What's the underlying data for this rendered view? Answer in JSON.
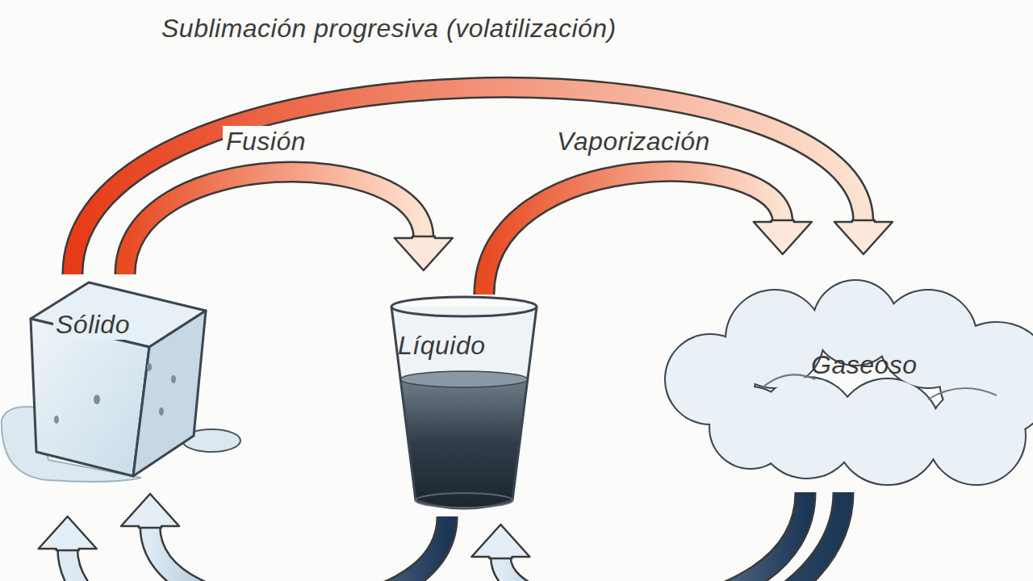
{
  "diagram": {
    "nodes": [
      {
        "text": [
          "Sólido"
        ]
      },
      {
        "text": [
          "Líquido"
        ]
      },
      {
        "text": [
          "Gaseoso"
        ]
      }
    ],
    "edges": [
      {
        "from": 0,
        "to": 2,
        "arrow": "to",
        "label": "Sublimación progresiva (volatilización)"
      },
      {
        "from": 0,
        "to": 1,
        "arrow": "to",
        "label": "Fusión"
      },
      {
        "from": 1,
        "to": 2,
        "arrow": "to",
        "label": "Vaporización"
      },
      {
        "from": 1,
        "to": 0,
        "arrow": "to"
      },
      {
        "from": 2,
        "to": 1,
        "arrow": "to"
      },
      {
        "from": 2,
        "to": 0,
        "arrow": "to"
      }
    ]
  }
}
